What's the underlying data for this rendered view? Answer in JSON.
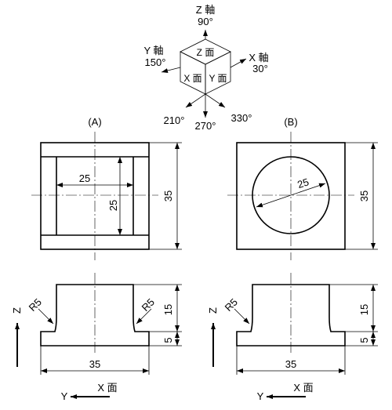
{
  "axes": {
    "z_axis": "Z 軸",
    "z_angle": "90°",
    "y_axis": "Y 軸",
    "y_angle": "150°",
    "x_axis": "X 軸",
    "x_angle": "30°",
    "angle_210": "210°",
    "angle_270": "270°",
    "angle_330": "330°",
    "face_z": "Z 面",
    "face_x": "X 面",
    "face_y": "Y 面"
  },
  "views": {
    "a_label": "(A)",
    "b_label": "(B)",
    "a_inner_width": "25",
    "a_inner_height": "25",
    "a_outer_height": "35",
    "b_circle_dia": "25",
    "b_outer_height": "35"
  },
  "sides": {
    "z_label": "Z",
    "radius": "R5",
    "upper_height": "15",
    "base_height": "5",
    "base_width": "35",
    "y_label": "Y",
    "x_face": "X 面"
  }
}
